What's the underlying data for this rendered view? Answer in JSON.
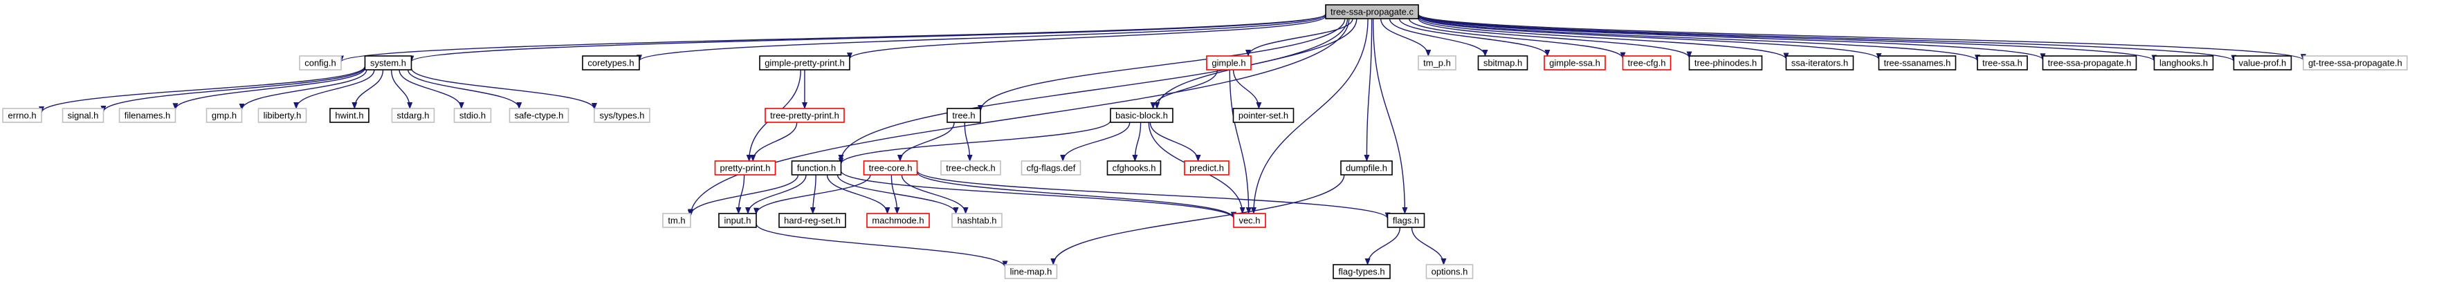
{
  "graph": {
    "colors": {
      "edge": "#191970",
      "root_fill": "#bfbfbf",
      "documented_border": "#000000",
      "incomplete_border": "#ff0000",
      "external_border": "#bfbfbf"
    },
    "nodes": [
      {
        "id": "root",
        "label": "tree-ssa-propagate.c",
        "style": "root"
      },
      {
        "id": "config_h",
        "label": "config.h",
        "style": "external"
      },
      {
        "id": "system_h",
        "label": "system.h",
        "style": "documented"
      },
      {
        "id": "coretypes_h",
        "label": "coretypes.h",
        "style": "documented"
      },
      {
        "id": "gimple_pretty_print_h",
        "label": "gimple-pretty-print.h",
        "style": "documented"
      },
      {
        "id": "tree_pretty_print_h",
        "label": "tree-pretty-print.h",
        "style": "incomplete"
      },
      {
        "id": "pretty_print_h",
        "label": "pretty-print.h",
        "style": "incomplete"
      },
      {
        "id": "gimple_h",
        "label": "gimple.h",
        "style": "incomplete"
      },
      {
        "id": "pointer_set_h",
        "label": "pointer-set.h",
        "style": "documented"
      },
      {
        "id": "tree_h",
        "label": "tree.h",
        "style": "documented"
      },
      {
        "id": "basic_block_h",
        "label": "basic-block.h",
        "style": "documented"
      },
      {
        "id": "tm_p_h",
        "label": "tm_p.h",
        "style": "external"
      },
      {
        "id": "sbitmap_h",
        "label": "sbitmap.h",
        "style": "documented"
      },
      {
        "id": "gimple_ssa_h",
        "label": "gimple-ssa.h",
        "style": "incomplete"
      },
      {
        "id": "tree_cfg_h",
        "label": "tree-cfg.h",
        "style": "incomplete"
      },
      {
        "id": "tree_phinodes_h",
        "label": "tree-phinodes.h",
        "style": "documented"
      },
      {
        "id": "ssa_iterators_h",
        "label": "ssa-iterators.h",
        "style": "documented"
      },
      {
        "id": "tree_ssanames_h",
        "label": "tree-ssanames.h",
        "style": "documented"
      },
      {
        "id": "tree_ssa_h",
        "label": "tree-ssa.h",
        "style": "documented"
      },
      {
        "id": "tree_ssa_propagate_h",
        "label": "tree-ssa-propagate.h",
        "style": "documented"
      },
      {
        "id": "langhooks_h",
        "label": "langhooks.h",
        "style": "documented"
      },
      {
        "id": "value_prof_h",
        "label": "value-prof.h",
        "style": "documented"
      },
      {
        "id": "gt_tree_ssa_propagate_h",
        "label": "gt-tree-ssa-propagate.h",
        "style": "external"
      },
      {
        "id": "errno_h",
        "label": "errno.h",
        "style": "external"
      },
      {
        "id": "signal_h",
        "label": "signal.h",
        "style": "external"
      },
      {
        "id": "filenames_h",
        "label": "filenames.h",
        "style": "external"
      },
      {
        "id": "gmp_h",
        "label": "gmp.h",
        "style": "external"
      },
      {
        "id": "libiberty_h",
        "label": "libiberty.h",
        "style": "external"
      },
      {
        "id": "hwint_h",
        "label": "hwint.h",
        "style": "documented"
      },
      {
        "id": "stdarg_h",
        "label": "stdarg.h",
        "style": "external"
      },
      {
        "id": "stdio_h",
        "label": "stdio.h",
        "style": "external"
      },
      {
        "id": "safe_ctype_h",
        "label": "safe-ctype.h",
        "style": "external"
      },
      {
        "id": "sys_types_h",
        "label": "sys/types.h",
        "style": "external"
      },
      {
        "id": "tree_check_h",
        "label": "tree-check.h",
        "style": "external"
      },
      {
        "id": "cfg_flags_def",
        "label": "cfg-flags.def",
        "style": "external"
      },
      {
        "id": "cfghooks_h",
        "label": "cfghooks.h",
        "style": "documented"
      },
      {
        "id": "predict_h",
        "label": "predict.h",
        "style": "incomplete"
      },
      {
        "id": "function_h",
        "label": "function.h",
        "style": "documented"
      },
      {
        "id": "tree_core_h",
        "label": "tree-core.h",
        "style": "incomplete"
      },
      {
        "id": "dumpfile_h",
        "label": "dumpfile.h",
        "style": "documented"
      },
      {
        "id": "tm_h",
        "label": "tm.h",
        "style": "external"
      },
      {
        "id": "input_h",
        "label": "input.h",
        "style": "documented"
      },
      {
        "id": "hard_reg_set_h",
        "label": "hard-reg-set.h",
        "style": "documented"
      },
      {
        "id": "machmode_h",
        "label": "machmode.h",
        "style": "incomplete"
      },
      {
        "id": "hashtab_h",
        "label": "hashtab.h",
        "style": "external"
      },
      {
        "id": "vec_h",
        "label": "vec.h",
        "style": "incomplete"
      },
      {
        "id": "flags_h",
        "label": "flags.h",
        "style": "documented"
      },
      {
        "id": "line_map_h",
        "label": "line-map.h",
        "style": "external"
      },
      {
        "id": "flag_types_h",
        "label": "flag-types.h",
        "style": "documented"
      },
      {
        "id": "options_h",
        "label": "options.h",
        "style": "external"
      }
    ],
    "edges": [
      [
        "root",
        "config_h"
      ],
      [
        "root",
        "system_h"
      ],
      [
        "root",
        "coretypes_h"
      ],
      [
        "root",
        "gimple_pretty_print_h"
      ],
      [
        "root",
        "gimple_h"
      ],
      [
        "root",
        "tree_h"
      ],
      [
        "root",
        "basic_block_h"
      ],
      [
        "root",
        "tm_p_h"
      ],
      [
        "root",
        "sbitmap_h"
      ],
      [
        "root",
        "gimple_ssa_h"
      ],
      [
        "root",
        "tree_cfg_h"
      ],
      [
        "root",
        "tree_phinodes_h"
      ],
      [
        "root",
        "ssa_iterators_h"
      ],
      [
        "root",
        "tree_ssanames_h"
      ],
      [
        "root",
        "tree_ssa_h"
      ],
      [
        "root",
        "tree_ssa_propagate_h"
      ],
      [
        "root",
        "langhooks_h"
      ],
      [
        "root",
        "value_prof_h"
      ],
      [
        "root",
        "gt_tree_ssa_propagate_h"
      ],
      [
        "root",
        "function_h"
      ],
      [
        "root",
        "dumpfile_h"
      ],
      [
        "root",
        "tm_h"
      ],
      [
        "root",
        "vec_h"
      ],
      [
        "root",
        "flags_h"
      ],
      [
        "system_h",
        "errno_h"
      ],
      [
        "system_h",
        "signal_h"
      ],
      [
        "system_h",
        "filenames_h"
      ],
      [
        "system_h",
        "gmp_h"
      ],
      [
        "system_h",
        "libiberty_h"
      ],
      [
        "system_h",
        "hwint_h"
      ],
      [
        "system_h",
        "stdarg_h"
      ],
      [
        "system_h",
        "stdio_h"
      ],
      [
        "system_h",
        "safe_ctype_h"
      ],
      [
        "system_h",
        "sys_types_h"
      ],
      [
        "gimple_pretty_print_h",
        "tree_pretty_print_h"
      ],
      [
        "gimple_pretty_print_h",
        "pretty_print_h"
      ],
      [
        "tree_pretty_print_h",
        "pretty_print_h"
      ],
      [
        "pretty_print_h",
        "input_h"
      ],
      [
        "gimple_h",
        "pointer_set_h"
      ],
      [
        "gimple_h",
        "basic_block_h"
      ],
      [
        "gimple_h",
        "vec_h"
      ],
      [
        "tree_h",
        "tree_core_h"
      ],
      [
        "tree_h",
        "tree_check_h"
      ],
      [
        "basic_block_h",
        "function_h"
      ],
      [
        "basic_block_h",
        "cfg_flags_def"
      ],
      [
        "basic_block_h",
        "cfghooks_h"
      ],
      [
        "basic_block_h",
        "predict_h"
      ],
      [
        "basic_block_h",
        "vec_h"
      ],
      [
        "function_h",
        "tm_h"
      ],
      [
        "function_h",
        "input_h"
      ],
      [
        "function_h",
        "hard_reg_set_h"
      ],
      [
        "function_h",
        "machmode_h"
      ],
      [
        "function_h",
        "hashtab_h"
      ],
      [
        "function_h",
        "vec_h"
      ],
      [
        "tree_core_h",
        "input_h"
      ],
      [
        "tree_core_h",
        "machmode_h"
      ],
      [
        "tree_core_h",
        "hashtab_h"
      ],
      [
        "tree_core_h",
        "vec_h"
      ],
      [
        "tree_core_h",
        "flags_h"
      ],
      [
        "dumpfile_h",
        "line_map_h"
      ],
      [
        "input_h",
        "line_map_h"
      ],
      [
        "flags_h",
        "flag_types_h"
      ],
      [
        "flags_h",
        "options_h"
      ]
    ]
  }
}
